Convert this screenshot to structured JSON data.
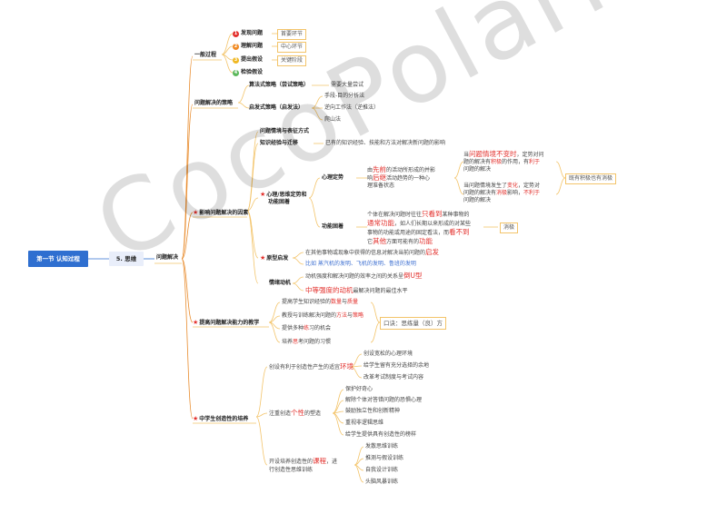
{
  "root": "第一节 认知过程",
  "chapter": "5. 思维",
  "topic": "问题解决",
  "general_process": {
    "title": "一般过程",
    "steps": [
      {
        "num": "1",
        "label": "发现问题",
        "tag": "首要环节",
        "color": "#e3312d"
      },
      {
        "num": "2",
        "label": "理解问题",
        "tag": "中心环节",
        "color": "#f08a24"
      },
      {
        "num": "3",
        "label": "提出假设",
        "tag": "关键阶段",
        "color": "#f0b823"
      },
      {
        "num": "4",
        "label": "检验假设",
        "tag": "",
        "color": "#5cb85c"
      }
    ]
  },
  "strategies": {
    "title": "问题解决的策略",
    "algorithmic": {
      "label": "算法式策略（尝试策略）",
      "note": "需要大量尝试"
    },
    "heuristic": {
      "label": "启发式策略（启发法）",
      "items": [
        "手段-目的分析法",
        "逆向工作法（逆推法）",
        "爬山法"
      ]
    }
  },
  "factors": {
    "title": "影响问题解决的因素",
    "situation": "问题情境与表征方式",
    "knowledge": {
      "label": "知识经验与迁移",
      "note": "已有的知识经验、技能和方法对解决新问题的影响"
    },
    "mental": {
      "label1": "心理/思维定势和",
      "label2": "功能固着",
      "set": {
        "label": "心理定势",
        "desc_a": "由",
        "desc_b": "先前",
        "desc_c": "的活动所形成的并影",
        "desc_d": "响",
        "desc_e": "后继",
        "desc_f": "活动趋势的一种心",
        "desc_g": "理准备状态",
        "pos_a": "当",
        "pos_b": "问题情境不变时",
        "pos_c": "，定势对问",
        "pos_d": "题的解决有",
        "pos_e": "积极",
        "pos_f": "的作用，有",
        "pos_g": "利于",
        "pos_h": "问题的解决",
        "neg_a": "当问题情境发生了",
        "neg_b": "变化",
        "neg_c": "，定势对",
        "neg_d": "问题的解决有",
        "neg_e": "消极",
        "neg_f": "影响，",
        "neg_g": "不利于",
        "neg_h": "问题的解决",
        "tag": "既有积极也有消极"
      },
      "fixedness": {
        "label": "功能固着",
        "l1a": "个体在解决问题时往往",
        "l1b": "只看到",
        "l1c": "某种事物的",
        "l2a": "通常功能",
        "l2b": "，如人们长期以来形成的对某些",
        "l3": "事物的功能或用途的固定看法，而",
        "l3b": "看不到",
        "l4a": "它",
        "l4b": "其他",
        "l4c": "方面可能有的",
        "l4d": "功能",
        "tag": "消极"
      }
    },
    "prototype": {
      "label": "原型启发",
      "line1a": "在其他事物或现象中获得的信息对解决当前问题的",
      "line1b": "启发",
      "line2": "比如 蒸汽机的发明、飞机的发明、鲁班的发明"
    },
    "motivation": {
      "label": "情绪动机",
      "line1a": "动机强度和解决问题的效率之间的关系呈",
      "line1b": "倒U型",
      "line2a": "中等强度的动机",
      "line2b": "最解决问题的最佳水平"
    }
  },
  "teaching": {
    "title": "提高问题解决能力的教学",
    "items": [
      {
        "a": "提高学生知识经验的",
        "b": "数量",
        "c": "与",
        "d": "质量"
      },
      {
        "a": "教授与训练解决问题的",
        "b": "方法",
        "c": "与",
        "d": "策略"
      },
      {
        "a": "提供多种",
        "b": "练",
        "c": "习的机会",
        "d": ""
      },
      {
        "a": "培养",
        "b": "思",
        "c": "考问题的习惯",
        "d": ""
      }
    ],
    "mnemonic": "口诀：思练量（良）方"
  },
  "creativity": {
    "title": "中学生创造性的培养",
    "environment": {
      "label_a": "创设有利于创造性产生的适宜",
      "label_b": "环境",
      "items": [
        "创设宽松的心理环境",
        "给学生留有充分选择的余地",
        "改革考试制度与考试内容"
      ]
    },
    "personality": {
      "label_a": "注重创造",
      "label_b": "个性",
      "label_c": "的塑造",
      "items": [
        "保护好奇心",
        "解除个体对答错问题的恐惧心理",
        "鼓励独立性和创新精神",
        "重视非逻辑思维",
        "给学生提供具有创造性的榜样"
      ]
    },
    "courses": {
      "label_a": "开设培养创造性的",
      "label_b": "课程",
      "label_c": "，进",
      "label_d": "行创造性思维训练",
      "items": [
        "发散思维训练",
        "推测与假设训练",
        "自我设计训练",
        "头脑风暴训练"
      ]
    }
  },
  "watermark": "CocoPolaris"
}
